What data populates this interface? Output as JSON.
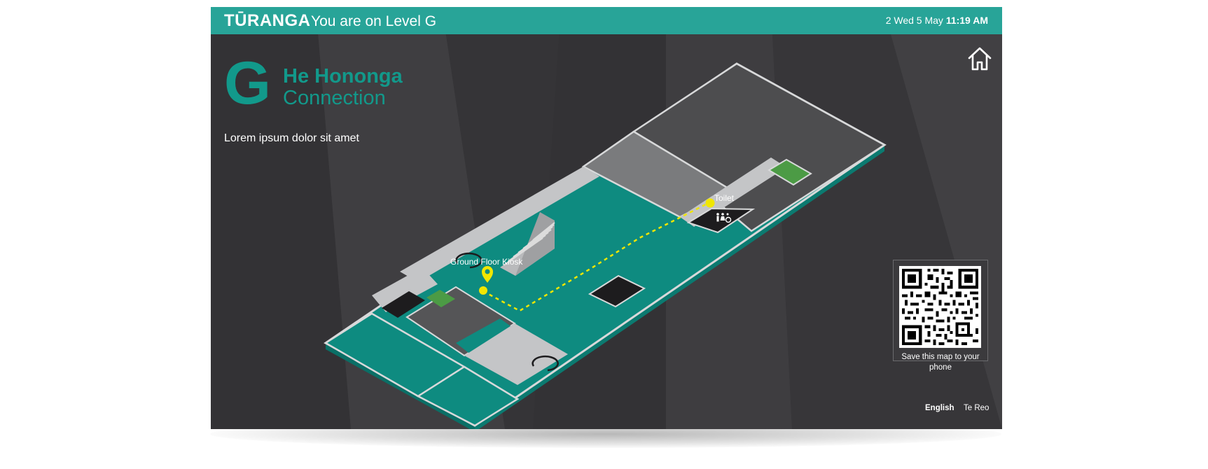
{
  "header": {
    "brand": "TŪRANGA",
    "level_message": "You are on Level G",
    "date": "2 Wed 5 May",
    "time": "11:19 AM"
  },
  "level": {
    "letter": "G",
    "name_maori": "He Hononga",
    "name_english": "Connection",
    "description": "Lorem ipsum dolor sit amet"
  },
  "map": {
    "you_are_here_label": "Ground Floor Kiosk",
    "destination_label": "Toilet",
    "colors": {
      "floor": "#0e8b80",
      "corridor": "#c4c5c7",
      "dark_room": "#555557",
      "room_black": "#1d1c1e",
      "green": "#4c9b45",
      "route": "#f0e600",
      "outline": "#d8d9da"
    },
    "toilet_icons": "restroom-and-accessible-icons"
  },
  "qr": {
    "caption": "Save this map to your phone"
  },
  "language": {
    "english": "English",
    "tereo": "Te Reo"
  },
  "icons": {
    "home": "home-icon",
    "location_pin": "map-pin-icon"
  }
}
